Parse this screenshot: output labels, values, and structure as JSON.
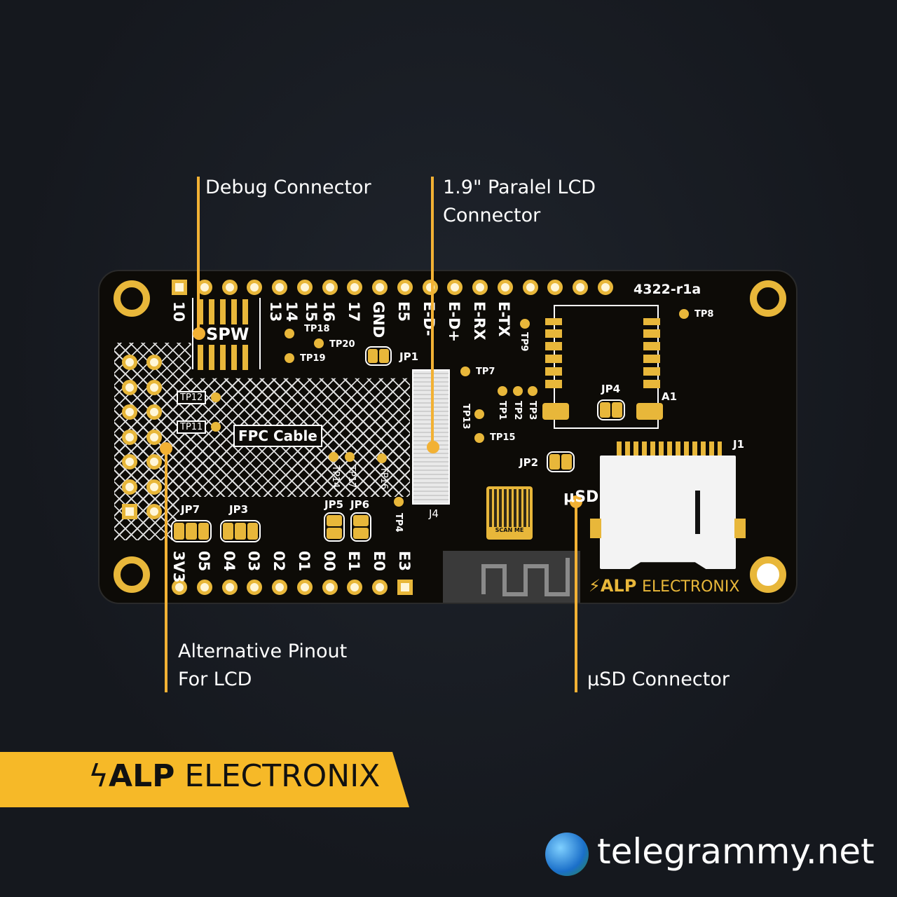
{
  "annotations": {
    "debug": "Debug Connector",
    "lcd_line1": "1.9\" Paralel LCD",
    "lcd_line2": "Connector",
    "alt_line1": "Alternative Pinout",
    "alt_line2": "For LCD",
    "usd": "μSD Connector"
  },
  "board": {
    "revision": "4322-r1a",
    "spw": "SPW",
    "fpc": "FPC Cable",
    "j4": "J4",
    "j1": "J1",
    "a1": "A1",
    "usd_label": "μSD",
    "scan_me": "SCAN ME",
    "brand": "ALP ELECTRONIX",
    "top_pins": [
      "10",
      "13",
      "14",
      "15",
      "16",
      "17",
      "GND",
      "E5",
      "E-D-",
      "E-D+",
      "E-RX",
      "E-TX"
    ],
    "bottom_pins": [
      "3V3",
      "05",
      "04",
      "03",
      "02",
      "01",
      "00",
      "E1",
      "E0",
      "E3"
    ],
    "testpoints": {
      "tp18": "TP18",
      "tp20": "TP20",
      "tp19": "TP19",
      "tp7": "TP7",
      "tp8": "TP8",
      "tp9": "TP9",
      "tp1": "TP1",
      "tp2": "TP2",
      "tp3": "TP3",
      "tp13": "TP13",
      "tp15": "TP15",
      "tp12": "TP12",
      "tp11": "TP11",
      "tp14": "TP14",
      "tp17": "TP17",
      "tp16": "TP16",
      "tp4": "TP4"
    },
    "jumpers": {
      "jp1": "JP1",
      "jp2": "JP2",
      "jp3": "JP3",
      "jp4": "JP4",
      "jp5": "JP5",
      "jp6": "JP6",
      "jp7": "JP7"
    }
  },
  "banner": {
    "brand_bold": "ALP",
    "brand_rest": " ELECTRONIX"
  },
  "watermark": "telegrammy.net",
  "colors": {
    "gold": "#e8b73a",
    "accent": "#f2b134",
    "board": "#0d0b07"
  }
}
